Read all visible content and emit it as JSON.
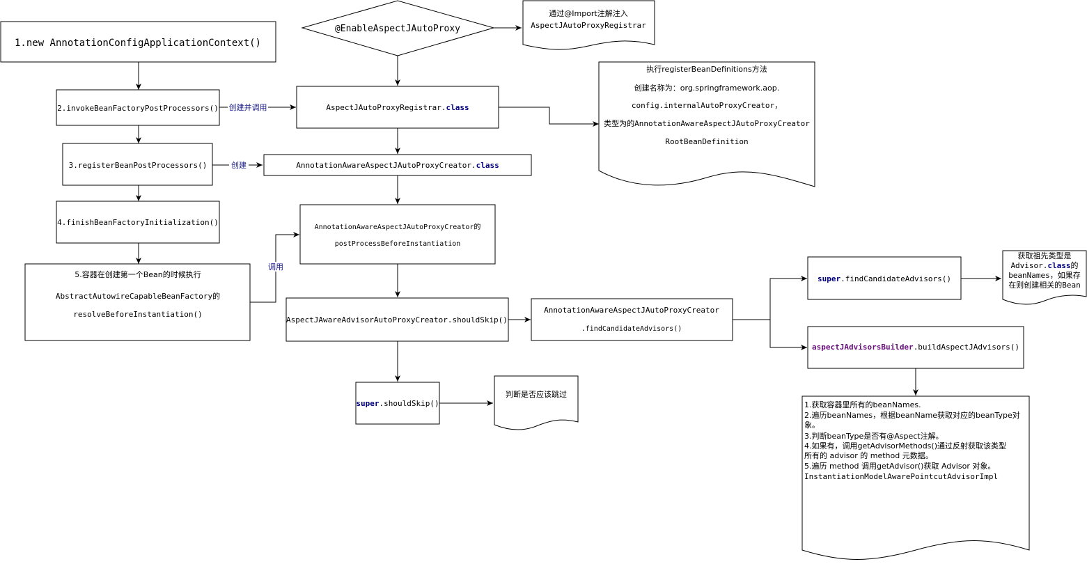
{
  "nodes": {
    "new_ctx": "1.new AnnotationConfigApplicationContext()",
    "enable_aspectj": "@EnableAspectJAutoProxy",
    "import_note": [
      "通过@Import注解注入",
      "AspectJAutoProxyRegistrar"
    ],
    "invoke_bfpp": "2.invokeBeanFactoryPostProcessors()",
    "registrar_class": {
      "name": "AspectJAutoProxyRegistrar.",
      "kw": "class"
    },
    "register_defs_note": [
      "执行registerBeanDefinitions方法",
      "创建名称为：org.springframework.aop.",
      "config.internalAutoProxyCreator，",
      "类型为的AnnotationAwareAspectJAutoProxyCreator",
      "RootBeanDefinition"
    ],
    "register_bpp": "3.registerBeanPostProcessors()",
    "creator_class": {
      "name": "AnnotationAwareAspectJAutoProxyCreator.",
      "kw": "class"
    },
    "finish_init": "4.finishBeanFactoryInitialization()",
    "post_before_inst": [
      "AnnotationAwareAspectJAutoProxyCreator的",
      "postProcessBeforeInstantiation"
    ],
    "first_bean": [
      "5.容器在创建第一个Bean的时候执行",
      "AbstractAutowireCapableBeanFactory的",
      "resolveBeforeInstantiation()"
    ],
    "should_skip": "AspectJAwareAdvisorAutoProxyCreator.shouldSkip()",
    "find_candidates": [
      "AnnotationAwareAspectJAutoProxyCreator",
      ".findCandidateAdvisors()"
    ],
    "super_find": {
      "kw": "super",
      "rest": ".findCandidateAdvisors()"
    },
    "ancestor_note": {
      "line1": "获取祖先类型是",
      "line2_a": "Advisor.",
      "line2_kw": "class",
      "line2_b": "的",
      "line3": "beanNames，如果存",
      "line4": "在则创建相关的Bean"
    },
    "builder": {
      "fld": "aspectJAdvisorsBuilder",
      "rest": ".buildAspectJAdvisors()"
    },
    "super_skip": {
      "kw": "super",
      "rest": ".shouldSkip()"
    },
    "skip_note": "判断是否应该跳过",
    "steps_note": [
      "1.获取容器里所有的beanNames.",
      "2.遍历beanNames，根据beanName获取对应的beanType对",
      "象。",
      "3.判断beanType是否有@Aspect注解。",
      "4.如果有，调用getAdvisorMethods()通过反射获取该类型",
      "所有的 advisor 的 method 元数据。",
      "5.遍历 method 调用getAdvisor()获取 Advisor 对象。",
      "InstantiationModelAwarePointcutAdvisorImpl"
    ]
  },
  "edge_labels": {
    "create_and_invoke": "创建并调用",
    "create": "创建",
    "invoke": "调用"
  }
}
